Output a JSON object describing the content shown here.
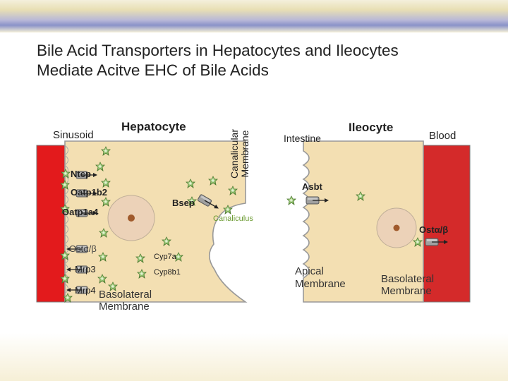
{
  "title": {
    "line1": "Bile Acid Transporters in Hepatocytes and Ileocytes",
    "line2": "Mediate Acitve EHC of Bile Acids"
  },
  "hepatocyte": {
    "sinusoid": "Sinusoid",
    "heading": "Hepatocyte",
    "canalicular_line1": "Canalicular",
    "canalicular_line2": "Membrane",
    "ntcp": "Ntcp",
    "oatp1b2": "Oatp1b2",
    "oatp1a4": "Oatp1a4",
    "ost": "Ostα/β",
    "mrp3": "Mrp3",
    "mrp4": "Mrp4",
    "basolateral_line1": "Basolateral",
    "basolateral_line2": "Membrane",
    "cyp7a": "Cyp7a",
    "cyp8b1": "Cyp8b1",
    "bsep": "Bsep",
    "canaliculus": "Canaliculus"
  },
  "ileocyte": {
    "intestine": "Intestine",
    "heading": "Ileocyte",
    "blood": "Blood",
    "asbt": "Asbt",
    "ost": "Ostα/β",
    "apical_line1": "Apical",
    "apical_line2": "Membrane",
    "basolateral_line1": "Basolateral",
    "basolateral_line2": "Membrane"
  },
  "colors": {
    "blood_red": "#e31a1c",
    "cell_fill": "#f3dfb2",
    "membrane_outline": "#999999",
    "nucleus_fill": "#ecd2b8",
    "bile_acid_green": "#9ad06e",
    "transporter_gray": "#a0a0a0"
  }
}
